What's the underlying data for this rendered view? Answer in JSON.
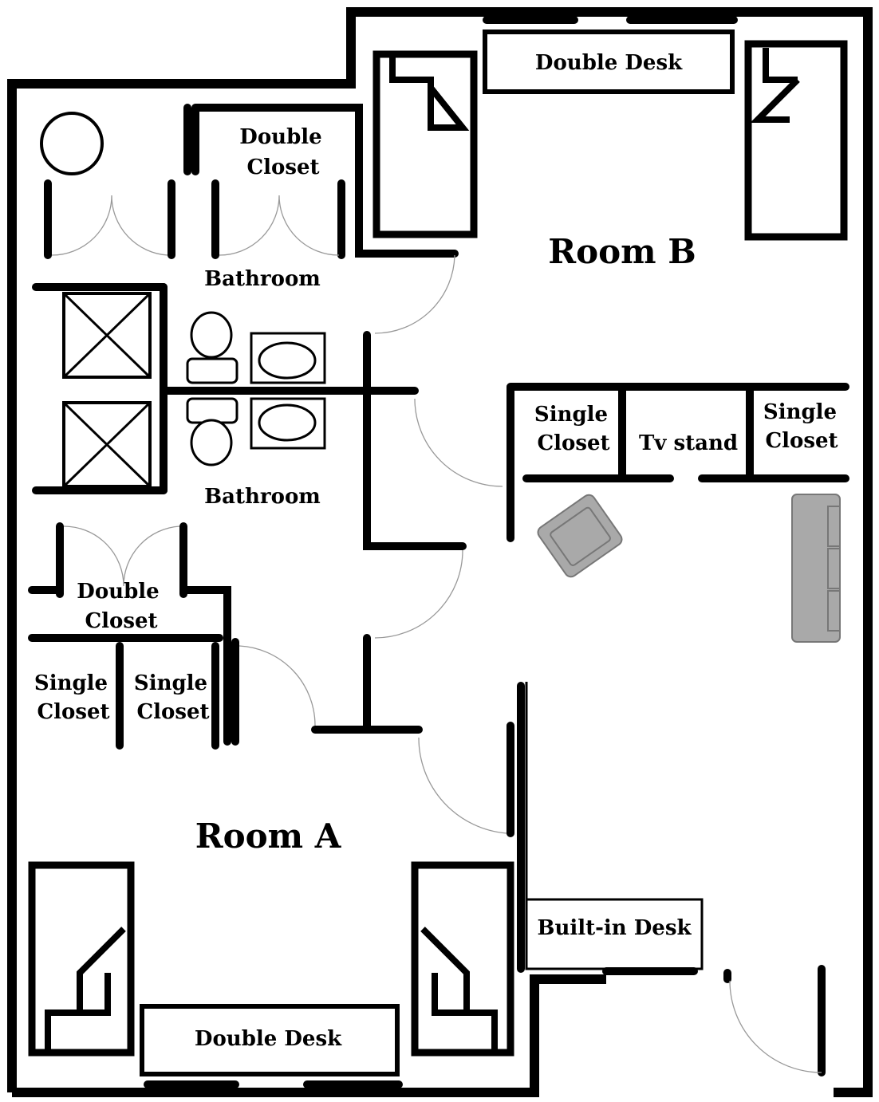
{
  "rooms": {
    "room_a": "Room A",
    "room_b": "Room B"
  },
  "labels": {
    "top_desk": "Double Desk",
    "bottom_desk": "Double Desk",
    "double_closet_top": [
      "Double",
      "Closet"
    ],
    "double_closet_left": [
      "Double",
      "Closet"
    ],
    "bathroom_top": "Bathroom",
    "bathroom_bottom": "Bathroom",
    "single_closet_b1": [
      "Single",
      "Closet"
    ],
    "single_closet_b2": [
      "Single",
      "Closet"
    ],
    "single_closet_a1": [
      "Single",
      "Closet"
    ],
    "single_closet_a2": [
      "Single",
      "Closet"
    ],
    "tv_stand": "Tv stand",
    "built_in_desk": "Built-in Desk"
  }
}
